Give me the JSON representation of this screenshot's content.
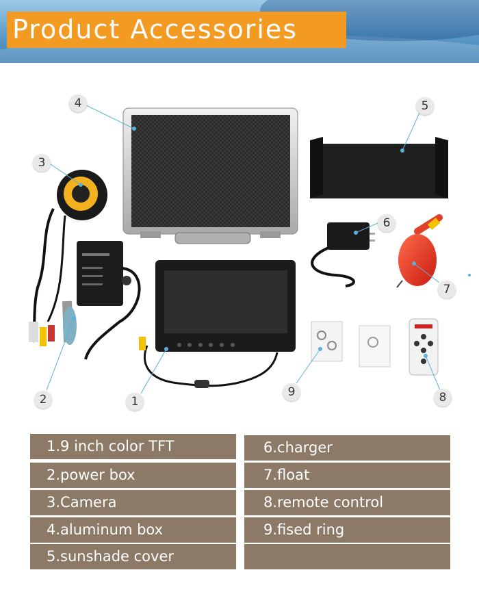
{
  "header": {
    "title": "Product Accessories"
  },
  "callouts": [
    "1",
    "2",
    "3",
    "4",
    "5",
    "6",
    "7",
    "8",
    "9"
  ],
  "legend": {
    "left": [
      "1.9 inch color TFT",
      "2.power box",
      "3.Camera",
      "4.aluminum box",
      "5.sunshade cover"
    ],
    "right": [
      "6.charger",
      "7.float",
      "8.remote control",
      "9.fised ring"
    ]
  },
  "colors": {
    "title_bg": "#f29a22",
    "legend_bg": "#8c7a66",
    "banner": "#5d9bc9"
  }
}
